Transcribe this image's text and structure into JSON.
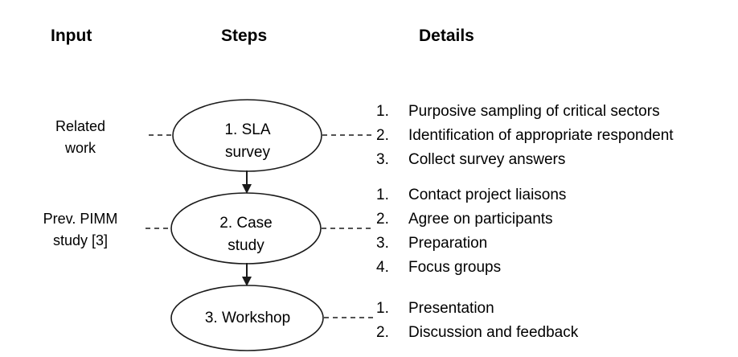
{
  "figure": {
    "background_color": "#ffffff",
    "text_color": "#000000",
    "stroke_color": "#1a1a1a"
  },
  "headers": {
    "input": "Input",
    "steps": "Steps",
    "details": "Details"
  },
  "rows": [
    {
      "input_label": "Related\nwork",
      "step_label": "1. SLA\nsurvey",
      "details": [
        {
          "num": "1.",
          "text": "Purposive sampling of critical sectors"
        },
        {
          "num": "2.",
          "text": "Identification of appropriate respondent"
        },
        {
          "num": "3.",
          "text": "Collect survey answers"
        }
      ]
    },
    {
      "input_label": "Prev. PIMM\nstudy [3]",
      "step_label": "2. Case\nstudy",
      "details": [
        {
          "num": "1.",
          "text": "Contact project liaisons"
        },
        {
          "num": "2.",
          "text": "Agree on participants"
        },
        {
          "num": "3.",
          "text": "Preparation"
        },
        {
          "num": "4.",
          "text": "Focus groups"
        }
      ]
    },
    {
      "input_label": "",
      "step_label": "3. Workshop",
      "details": [
        {
          "num": "1.",
          "text": "Presentation"
        },
        {
          "num": "2.",
          "text": "Discussion and feedback"
        }
      ]
    }
  ]
}
